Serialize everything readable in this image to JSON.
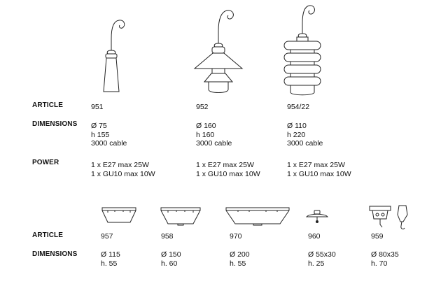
{
  "top": {
    "labels": {
      "article": "ARTICLE",
      "dimensions": "DIMENSIONS",
      "power": "POWER"
    },
    "products": [
      {
        "article": "951",
        "dimensions": [
          "Ø 75",
          "h 155",
          "3000 cable"
        ],
        "power": [
          "1 x E27 max 25W",
          "1 x GU10 max 10W"
        ]
      },
      {
        "article": "952",
        "dimensions": [
          "Ø 160",
          "h 160",
          "3000 cable"
        ],
        "power": [
          "1 x E27 max 25W",
          "1 x GU10 max 10W"
        ]
      },
      {
        "article": "954/22",
        "dimensions": [
          "Ø 110",
          "h 220",
          "3000 cable"
        ],
        "power": [
          "1 x E27 max 25W",
          "1 x GU10 max 10W"
        ]
      }
    ]
  },
  "bottom": {
    "labels": {
      "article": "ARTICLE",
      "dimensions": "DIMENSIONS"
    },
    "products": [
      {
        "article": "957",
        "dimensions": [
          "Ø 115",
          "h. 55"
        ]
      },
      {
        "article": "958",
        "dimensions": [
          "Ø 150",
          "h. 60"
        ]
      },
      {
        "article": "970",
        "dimensions": [
          "Ø 200",
          "h. 55"
        ]
      },
      {
        "article": "960",
        "dimensions": [
          "Ø 55x30",
          "h. 25"
        ]
      },
      {
        "article": "959",
        "dimensions": [
          "Ø 80x35",
          "h. 70"
        ]
      }
    ]
  }
}
